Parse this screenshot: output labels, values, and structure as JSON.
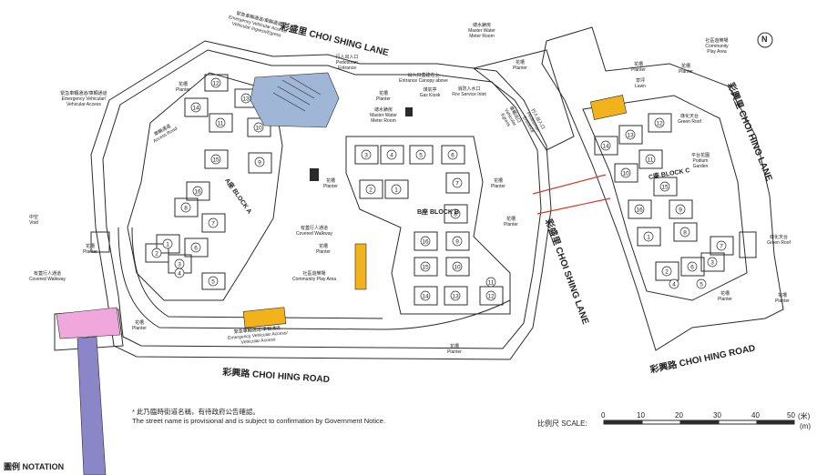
{
  "colors": {
    "line": "#2b2b2b",
    "canopy_blue": "#9fb6d6",
    "play_area_yellow": "#f2b21b",
    "covered_walkway_pink": "#f0a8dc",
    "covered_walkway_purple": "#8a86c8",
    "connector_red": "#d23a2a"
  },
  "streets": {
    "choi_shing_lane_top": "彩盛里  CHOI SHING LANE",
    "choi_shing_lane_middle": "彩盛里  CHOI SHING LANE",
    "choi_hing_lane": "彩興里  CHOI HING LANE",
    "choi_hing_road_left": "彩興路  CHOI HING ROAD",
    "choi_hing_road_right": "彩興路  CHOI HING ROAD"
  },
  "compass": "N",
  "blocks": {
    "a": "A座\nBLOCK A",
    "b": "B座\nBLOCK B",
    "c": "C座\nBLOCK C"
  },
  "units": {
    "a": [
      "12",
      "13",
      "14",
      "11",
      "10",
      "15",
      "9",
      "16",
      "8",
      "7",
      "1",
      "6",
      "2",
      "5",
      "3",
      "4"
    ],
    "b": [
      "3",
      "4",
      "5",
      "6",
      "2",
      "1",
      "7",
      "8",
      "16",
      "9",
      "15",
      "10",
      "14",
      "13",
      "12",
      "11"
    ],
    "c": [
      "13",
      "12",
      "14",
      "11",
      "10",
      "15",
      "16",
      "9",
      "1",
      "8",
      "7",
      "2",
      "6",
      "3",
      "4",
      "5"
    ]
  },
  "labels": {
    "emergency_vehicular_top": "緊急車輛通道/車輛通道\nEmergency Vehicular Access/\nVehicular Ingress/Egress",
    "emergency_vehicular_left": "緊急車輛通道/車輛通道\nEmergency Vehicular/\nVehicular Access",
    "access_road": "車輛通道\nAccess Road",
    "void": "中空\nVoid",
    "covered_walkway_left": "有蓋行人通道\nCovered Walkway",
    "pedestrian_entrance": "行人出入口\nPedestrian\nEntrance",
    "entrance_canopy": "出入口蓋建在上\nEntrance Canopy above",
    "gas_kiosk": "煤氣亭\nGas Kiosk",
    "master_water_meter_left": "總水錶房\nMaster Water\nMeter Room",
    "master_water_meter_top": "總水錶房\nMaster Water\nMeter Room",
    "fire_service_inlet": "消防入水口\nFire Service Inlet",
    "vehicular_egress": "車輛出口\nVehicular\nEgress",
    "pedestrian_entrance_right": "行人出入口\nPedestrian\nEntrance",
    "community_play_area_top": "社區遊樂場\nCommunity\nPlay Area",
    "community_play_area_mid": "社區遊樂場\nCommunity Play Area",
    "lawn": "草坪\nLawn",
    "green_roof_top": "綠化天台\nGreen Roof",
    "podium_garden": "平台花園\nPodium\nGarden",
    "green_roof_right": "綠化天台\nGreen Roof",
    "covered_walkway_mid": "有蓋行人通道\nCovered Walkway",
    "emergency_vehicular_bottom": "緊急車輛通道/車輛通道\nEmergency Vehicular Access/\nVehicular Access",
    "planter": "花槽\nPlanter"
  },
  "note": {
    "zh": "* 此乃臨時街道名稱，有待政府公告確認。",
    "en": "The street name is provisional and is subject to confirmation by Government Notice."
  },
  "scale": {
    "label": "比例尺 SCALE:",
    "ticks": [
      "0",
      "10",
      "20",
      "30",
      "40",
      "50"
    ],
    "unit_zh": "(米)",
    "unit_en": "(m)"
  },
  "notation": "圖例 NOTATION"
}
